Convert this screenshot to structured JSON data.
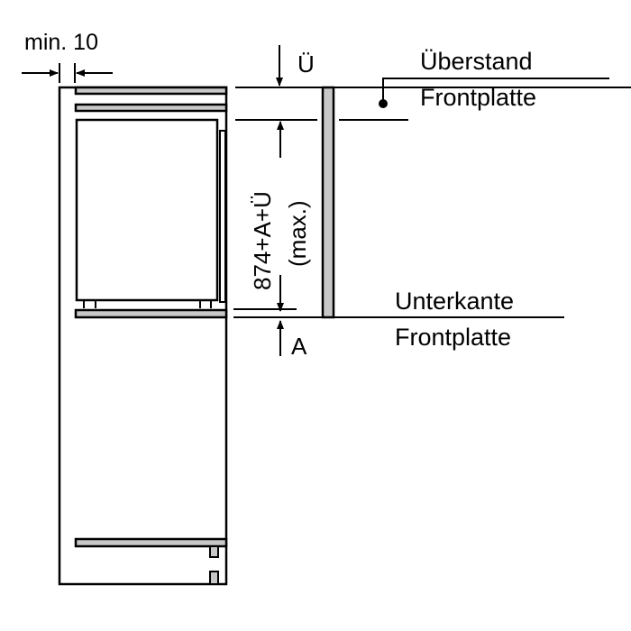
{
  "diagram": {
    "title": "Einbauskizze Frontplatte",
    "colors": {
      "line": "#000000",
      "fill_gray": "#c8c8c8",
      "background": "#ffffff"
    },
    "labels": {
      "min_gap": "min. 10",
      "overhang_symbol": "Ü",
      "bottom_symbol": "A",
      "height_formula": "874+A+Ü",
      "height_qualifier": "(max.)",
      "overhang_line1": "Überstand",
      "overhang_line2": "Frontplatte",
      "lower_edge_line1": "Unterkante",
      "lower_edge_line2": "Frontplatte"
    },
    "dimensions": {
      "gap_min_mm": 10,
      "height_base_mm": 874,
      "height_terms": [
        "A",
        "Ü"
      ],
      "height_limit": "max."
    },
    "components": [
      "cabinet-outline",
      "top-shelf",
      "second-shelf",
      "appliance-body",
      "appliance-door-strip",
      "lower-shelf",
      "bottom-shelf",
      "hinge-blocks",
      "front-panel"
    ]
  }
}
